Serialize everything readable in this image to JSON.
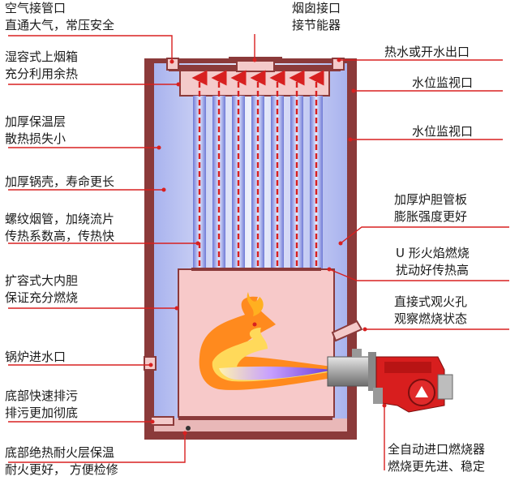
{
  "labels": {
    "air_inlet": [
      "空气接管口",
      "直通大气，常压安全"
    ],
    "chimney": [
      "烟囱接口",
      "接节能器"
    ],
    "smoke_box": [
      "湿容式上烟箱",
      "充分利用余热"
    ],
    "hot_water": [
      "热水或开水出口"
    ],
    "water_level_1": [
      "水位监视口"
    ],
    "water_level_2": [
      "水位监视口"
    ],
    "insulation": [
      "加厚保温层",
      "散热损失小"
    ],
    "shell": [
      "加厚锅壳，寿命更长"
    ],
    "tube_plate": [
      "加厚炉胆管板",
      "膨胀强度更好"
    ],
    "spiral_tube": [
      "螺纹烟管，加绕流片",
      "传热系数高，传热快"
    ],
    "u_flame": [
      "U 形火焰燃烧",
      "扰动好传热高"
    ],
    "furnace": [
      "扩容式大内胆",
      "保证充分燃烧"
    ],
    "sight_hole": [
      "直接式观火孔",
      "观察燃烧状态"
    ],
    "water_inlet": [
      "锅炉进水口"
    ],
    "drain": [
      "底部快速排污",
      "排污更加彻底"
    ],
    "bottom_insulation": [
      "底部绝热耐火层保温",
      "耐火更好， 方便检修"
    ],
    "burner": [
      "全自动进口燃烧器",
      "燃烧更先进、稳定"
    ]
  },
  "colors": {
    "shell": "#8b3a3a",
    "water": "#c9cff2",
    "furnace": "#f7c9c9",
    "arrow": "#d82020",
    "leader": "#d82020",
    "burner_red": "#d81e1e",
    "burner_gray": "#9a9a9a"
  }
}
